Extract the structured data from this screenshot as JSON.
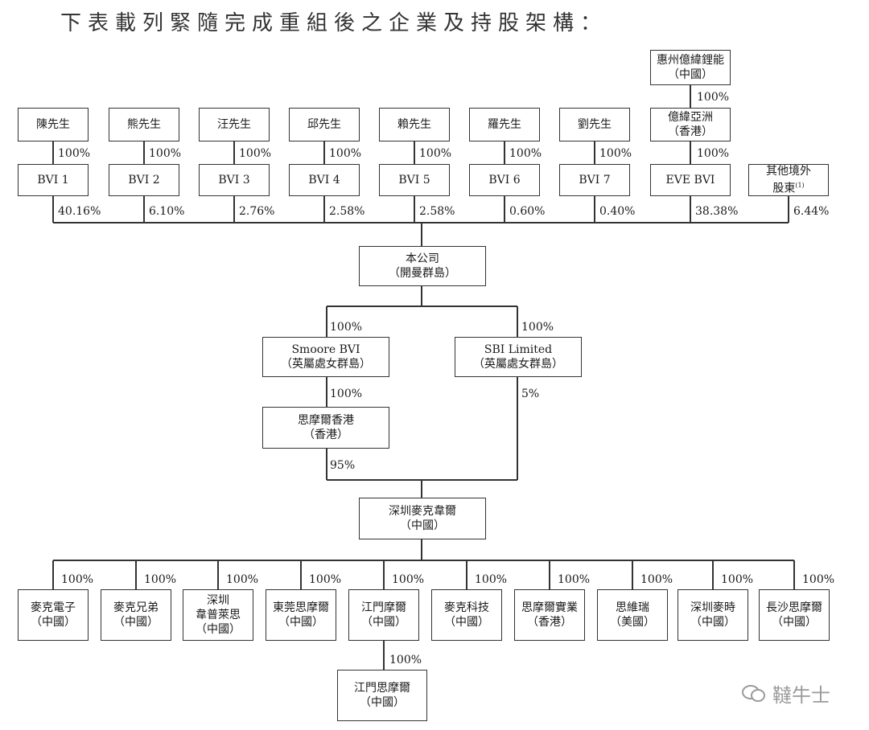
{
  "title": "下表載列緊隨完成重組後之企業及持股架構：",
  "owners": [
    {
      "name": "陳先生",
      "bvi": "BVI 1",
      "own": "100%",
      "share": "40.16%"
    },
    {
      "name": "熊先生",
      "bvi": "BVI 2",
      "own": "100%",
      "share": "6.10%"
    },
    {
      "name": "汪先生",
      "bvi": "BVI 3",
      "own": "100%",
      "share": "2.76%"
    },
    {
      "name": "邱先生",
      "bvi": "BVI 4",
      "own": "100%",
      "share": "2.58%"
    },
    {
      "name": "賴先生",
      "bvi": "BVI 5",
      "own": "100%",
      "share": "2.58%"
    },
    {
      "name": "羅先生",
      "bvi": "BVI 6",
      "own": "100%",
      "share": "0.60%"
    },
    {
      "name": "劉先生",
      "bvi": "BVI 7",
      "own": "100%",
      "share": "0.40%"
    }
  ],
  "eve": {
    "top": [
      "惠州億緯鋰能",
      "（中國）"
    ],
    "top_pct": "100%",
    "mid": [
      "億緯亞洲",
      "（香港）"
    ],
    "mid_pct": "100%",
    "bvi": "EVE BVI",
    "share": "38.38%"
  },
  "others": {
    "line1": "其他境外",
    "line2": "股東",
    "note": "(1)",
    "share": "6.44%"
  },
  "company": [
    "本公司",
    "（開曼群島）"
  ],
  "smoore_bvi": {
    "lines": [
      "Smoore BVI",
      "（英屬處女群島）"
    ],
    "pct": "100%"
  },
  "sbi": {
    "lines": [
      "SBI Limited",
      "（英屬處女群島）"
    ],
    "pct": "100%",
    "down_pct": "5%"
  },
  "smoore_hk": {
    "lines": [
      "思摩爾香港",
      "（香港）"
    ],
    "pct": "100%",
    "down_pct": "95%"
  },
  "shenzhen": [
    "深圳麥克韋爾",
    "（中國）"
  ],
  "subsidiaries": [
    {
      "lines": [
        "麥克電子",
        "（中國）"
      ],
      "pct": "100%"
    },
    {
      "lines": [
        "麥克兄弟",
        "（中國）"
      ],
      "pct": "100%"
    },
    {
      "lines": [
        "深圳",
        "韋普萊思",
        "（中國）"
      ],
      "pct": "100%"
    },
    {
      "lines": [
        "東莞思摩爾",
        "（中國）"
      ],
      "pct": "100%"
    },
    {
      "lines": [
        "江門摩爾",
        "（中國）"
      ],
      "pct": "100%"
    },
    {
      "lines": [
        "麥克科技",
        "（中國）"
      ],
      "pct": "100%"
    },
    {
      "lines": [
        "思摩爾實業",
        "（香港）"
      ],
      "pct": "100%"
    },
    {
      "lines": [
        "思維瑞",
        "（美國）"
      ],
      "pct": "100%"
    },
    {
      "lines": [
        "深圳麥時",
        "（中國）"
      ],
      "pct": "100%"
    },
    {
      "lines": [
        "長沙思摩爾",
        "（中國）"
      ],
      "pct": "100%"
    }
  ],
  "jiangmen_smoore": {
    "lines": [
      "江門思摩爾",
      "（中國）"
    ],
    "pct": "100%"
  },
  "watermark": "韃牛士"
}
